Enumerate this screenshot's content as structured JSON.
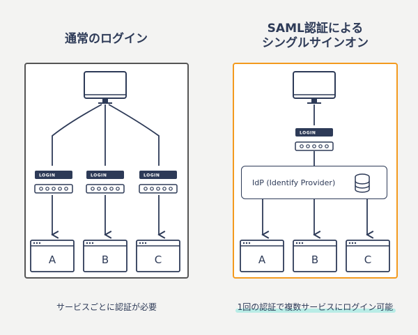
{
  "left": {
    "title": "通常のログイン",
    "caption": "サービスごとに認証が必要",
    "login_label": "LOGIN",
    "services": [
      "A",
      "B",
      "C"
    ]
  },
  "right": {
    "title_line1": "SAML認証による",
    "title_line2": "シングルサインオン",
    "caption": "1回の認証で複数サービスにログイン可能",
    "login_label": "LOGIN",
    "idp_label": "IdP (Identify Provider)",
    "services": [
      "A",
      "B",
      "C"
    ]
  },
  "colors": {
    "stroke": "#2d3a57",
    "left_border": "#555555",
    "right_border": "#f39a1e",
    "caption_highlight": "#b8ece6",
    "background": "#f3f3f2"
  },
  "icons": [
    "monitor-icon",
    "login-box-icon",
    "password-field-icon",
    "browser-window-icon",
    "database-icon"
  ]
}
